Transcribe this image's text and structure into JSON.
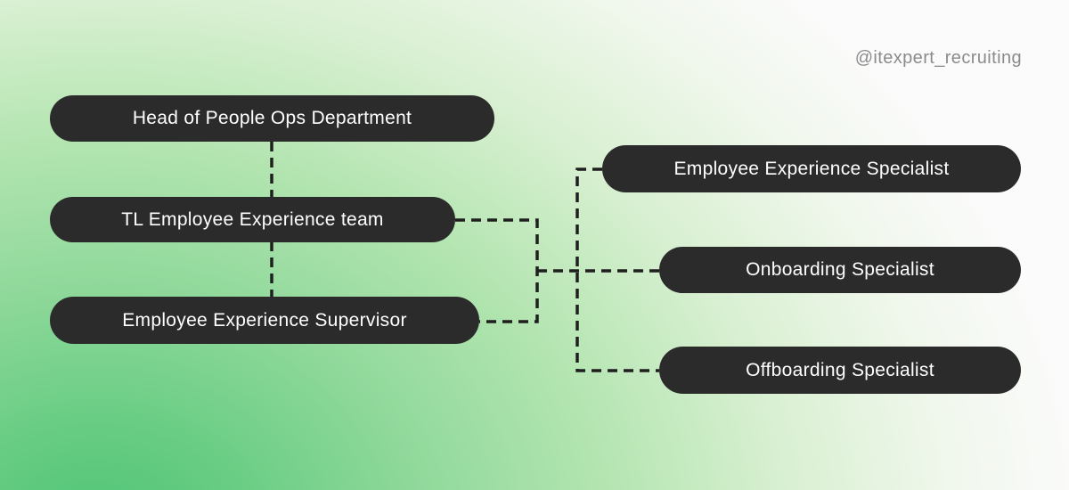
{
  "watermark": {
    "handle": "@itexpert_recruiting"
  },
  "org_chart": {
    "nodes": {
      "head": {
        "label": "Head of People Ops Department"
      },
      "team_lead": {
        "label": "TL Employee Experience team"
      },
      "supervisor": {
        "label": "Employee Experience Supervisor"
      },
      "ee_specialist": {
        "label": "Employee Experience Specialist"
      },
      "onboarding_specialist": {
        "label": "Onboarding Specialist"
      },
      "offboarding_specialist": {
        "label": "Offboarding Specialist"
      }
    },
    "edges": [
      {
        "from": "head",
        "to": "team_lead",
        "style": "dashed"
      },
      {
        "from": "team_lead",
        "to": "supervisor",
        "style": "dashed"
      },
      {
        "from": "team_lead",
        "to": "ee_specialist",
        "style": "dashed"
      },
      {
        "from": "team_lead",
        "to": "onboarding_specialist",
        "style": "dashed"
      },
      {
        "from": "team_lead",
        "to": "offboarding_specialist",
        "style": "dashed"
      },
      {
        "from": "supervisor",
        "to": "onboarding_specialist",
        "style": "dashed"
      }
    ]
  },
  "colors": {
    "node_background": "#2b2b2b",
    "node_text": "#ffffff",
    "connector": "#1f1f1f",
    "watermark_text": "#8b8b8b",
    "background_green": "#4ec475",
    "background_white": "#fbfbfb"
  }
}
